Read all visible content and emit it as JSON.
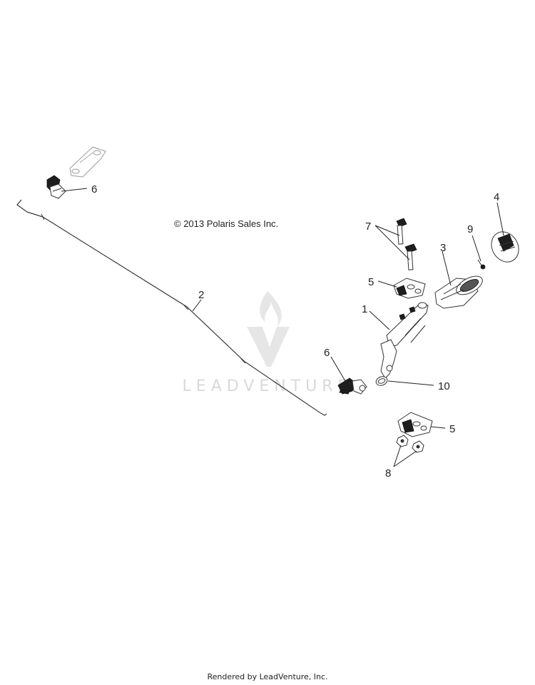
{
  "copyright": "© 2013 Polaris Sales Inc.",
  "footer": "Rendered by LeadVenture, Inc.",
  "watermark": {
    "text": "LEADVENTURE",
    "color": "#d9d9d9"
  },
  "callouts": {
    "c1": "1",
    "c2": "2",
    "c3": "3",
    "c4": "4",
    "c5a": "5",
    "c5b": "5",
    "c6a": "6",
    "c6b": "6",
    "c7": "7",
    "c8": "8",
    "c9": "9",
    "c10": "10"
  }
}
